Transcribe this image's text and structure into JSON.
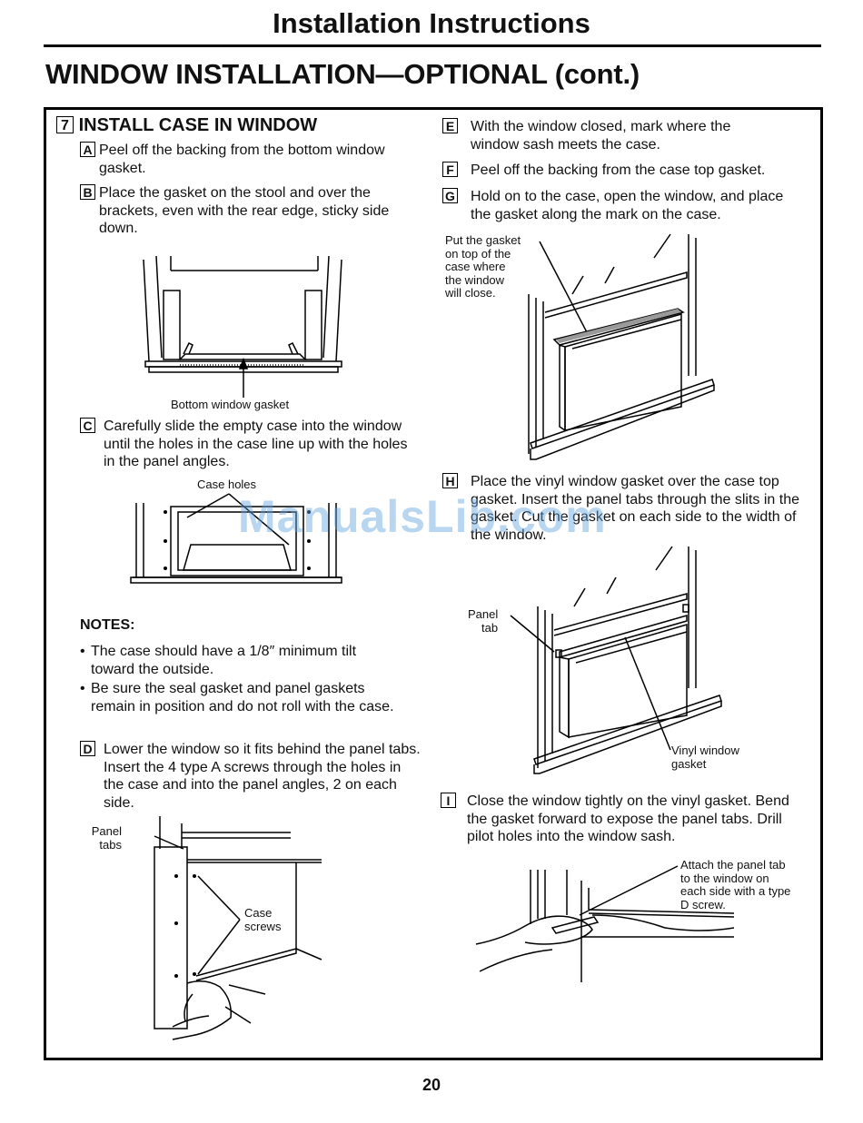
{
  "header": {
    "title": "Installation Instructions"
  },
  "section": {
    "title": "WINDOW INSTALLATION—OPTIONAL (cont.)"
  },
  "step7": {
    "number": "7",
    "title": "INSTALL CASE IN WINDOW"
  },
  "steps": {
    "A": {
      "letter": "A",
      "text": "Peel off the backing from the bottom window gasket."
    },
    "B": {
      "letter": "B",
      "text": "Place the gasket on the stool and over the brackets, even with the rear edge, sticky side down."
    },
    "C": {
      "letter": "C",
      "text": "Carefully slide the empty case into the window until the holes in the case line up with the holes in the panel angles."
    },
    "D": {
      "letter": "D",
      "text": "Lower the window so it fits behind the panel tabs. Insert the 4 type A screws through the holes in the case and into the panel angles, 2 on each side."
    },
    "E": {
      "letter": "E",
      "text": "With the window closed, mark where the window sash meets the case."
    },
    "F": {
      "letter": "F",
      "text": "Peel off the backing from the case top gasket."
    },
    "G": {
      "letter": "G",
      "text": "Hold on to the case, open the window, and place the gasket along the mark on the case."
    },
    "H": {
      "letter": "H",
      "text": "Place the vinyl window gasket over the case top gasket. Insert the panel tabs through the slits in the gasket. Cut the gasket on each side to the width of the window."
    },
    "I": {
      "letter": "I",
      "text": "Close the window tightly on the vinyl gasket. Bend the gasket forward to expose the panel tabs. Drill pilot holes into the window sash."
    }
  },
  "captions": {
    "bottom_gasket": "Bottom window gasket",
    "case_holes": "Case holes",
    "put_gasket": [
      "Put the gasket",
      "on top of the",
      "case where",
      "the window",
      "will close."
    ],
    "panel_tab": [
      "Panel",
      "tab"
    ],
    "vinyl_gasket": [
      "Vinyl window",
      "gasket"
    ],
    "panel_tabs": [
      "Panel",
      "tabs"
    ],
    "case_screws": [
      "Case",
      "screws"
    ],
    "attach": [
      "Attach the panel tab",
      "to the window on",
      "each side with a type",
      "D screw."
    ]
  },
  "notes": {
    "heading": "NOTES:",
    "items": [
      "The case should have a 1/8″ minimum tilt toward the outside.",
      "Be sure the seal gasket and panel gaskets remain in position and do not roll with the case."
    ]
  },
  "watermark": "ManualsLib.com",
  "page_number": "20"
}
